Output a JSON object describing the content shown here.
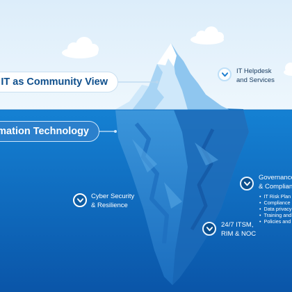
{
  "pills": {
    "top": "Your IT as Community View",
    "middle": "Information Technology"
  },
  "labels": {
    "helpdesk": [
      "IT Helpdesk",
      "and Services"
    ],
    "cyber": [
      "Cyber Security",
      "& Resilience"
    ],
    "itsm": [
      "24/7 ITSM,",
      "RIM & NOC"
    ],
    "governance": [
      "Governance",
      "& Compliance"
    ]
  },
  "governance_items": [
    "IT Risk Plan",
    "Compliance",
    "Data privacy",
    "Training and",
    "Policies and"
  ],
  "icons": {
    "badge": "chevron-down-icon",
    "cloud": "cloud-icon"
  },
  "colors": {
    "sky": "#e4f2fc",
    "water_top": "#137fd1",
    "water_bottom": "#0a55a8",
    "ice_light": "#d4ecfb",
    "ice_mid": "#8ec8f0",
    "ice_deep": "#3a93dc",
    "text_dark": "#0f4f8c"
  }
}
